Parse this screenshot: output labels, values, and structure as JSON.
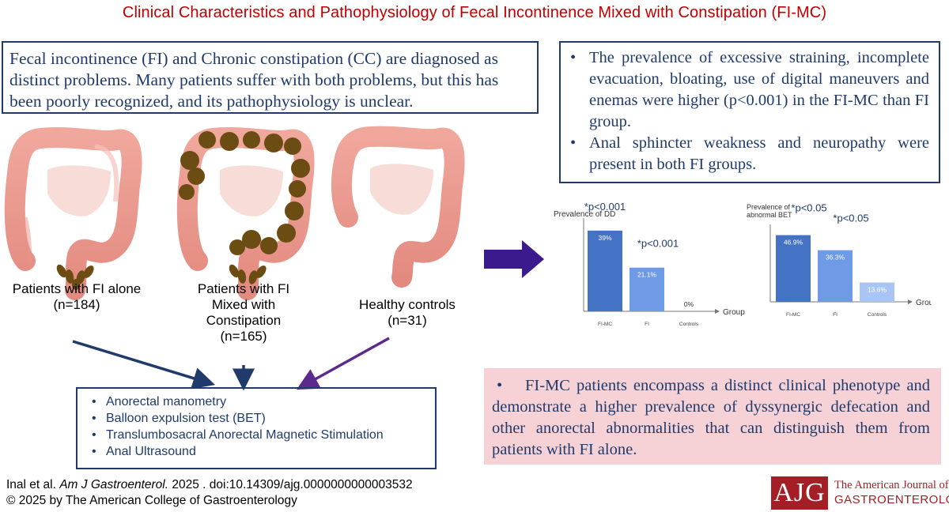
{
  "title": "Clinical Characteristics and Pathophysiology of Fecal Incontinence Mixed with Constipation (FI-MC)",
  "intro": "Fecal incontinence (FI) and Chronic constipation (CC) are diagnosed as distinct problems. Many patients suffer with both problems, but this has been poorly recognized, and its pathophysiology is unclear.",
  "findings": [
    "The prevalence of excessive straining, incomplete evacuation, bloating, use of digital maneuvers and enemas were higher (p<0.001) in the FI-MC than FI group.",
    "Anal sphincter weakness and neuropathy were present in both FI groups."
  ],
  "bullet": "•",
  "groups": [
    {
      "lines": [
        "Patients with FI alone",
        "(n=184)"
      ]
    },
    {
      "lines": [
        "Patients with FI",
        "Mixed  with",
        "Constipation",
        "(n=165)"
      ]
    },
    {
      "lines": [
        "Healthy controls",
        "(n=31)"
      ]
    }
  ],
  "methods": [
    "Anorectal manometry",
    "Balloon expulsion test (BET)",
    "Translumbosacral Anorectal Magnetic Stimulation",
    "Anal Ultrasound"
  ],
  "conclusion": "FI-MC patients encompass a distinct clinical phenotype and demonstrate a higher prevalence of dyssynergic defecation and other anorectal abnormalities that can distinguish them from patients with FI alone.",
  "citation": {
    "authors": "Inal et al. ",
    "journal": "Am J Gastroenterol.",
    "rest": " 2025 .  doi:10.14309/ajg.0000000000003532",
    "copyright": "© 2025 by The American College of Gastroenterology"
  },
  "logo": {
    "badge": "AJG",
    "line1": "The American Journal of",
    "line2": "GASTROENTEROLOGY"
  },
  "colors": {
    "title": "#c00000",
    "navy": "#1f3a6b",
    "bar_dark": "#4472c4",
    "bar_mid": "#6f9ae6",
    "bar_light": "#a9c5f5",
    "conclusion_bg": "#f6d2d6",
    "stool": "#6b4c12",
    "arrow": "#3a1a8c"
  },
  "chart_data": [
    {
      "type": "bar",
      "ylabel": "Prevalence of DD",
      "xlabel": "Group",
      "categories": [
        "FI-MC",
        "FI",
        "Controls"
      ],
      "values": [
        39,
        21.1,
        0
      ],
      "value_labels": [
        "39%",
        "21.1%",
        "0%"
      ],
      "annotations": [
        "*p<0.001",
        "*p<0.001"
      ],
      "ylim": [
        0,
        42
      ]
    },
    {
      "type": "bar",
      "ylabel": "Prevalence of abnormal BET",
      "ylabel_lines": [
        "Prevalence of",
        "abnormal BET"
      ],
      "xlabel": "Group",
      "categories": [
        "FI-MC",
        "FI",
        "Controls"
      ],
      "values": [
        46.9,
        36.3,
        13.6
      ],
      "value_labels": [
        "46.9%",
        "36.3%",
        "13.6%"
      ],
      "annotations": [
        "*p<0.05",
        "*p<0.05"
      ],
      "ylim": [
        0,
        50
      ]
    }
  ]
}
